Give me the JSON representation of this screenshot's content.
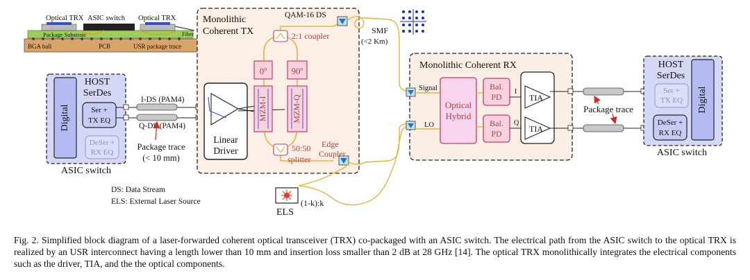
{
  "package": {
    "optical_trx_left": "Optical TRX",
    "asic_switch": "ASIC switch",
    "optical_trx_right": "Optical TRX",
    "package_substrate": "Package Substrate",
    "fiber": "Fiber",
    "bga_ball": "BGA ball",
    "pcb": "PCB",
    "usr_trace": "USR package trace"
  },
  "host_tx": {
    "host": "HOST",
    "serdes": "SerDes",
    "digital": "Digital",
    "ser_1": "Ser +",
    "ser_2": "TX EQ",
    "deser_1": "DeSer +",
    "deser_2": "RX EQ",
    "caption": "ASIC switch",
    "trace_1": "Package trace",
    "trace_2": "(< 10 mm)",
    "ids": "I-DS (PAM4)",
    "qds": "Q-DS (PAM4)"
  },
  "tx": {
    "title_1": "Monolithic",
    "title_2": "Coherent TX",
    "qam": "QAM-16 DS",
    "coupler": "2:1 coupler",
    "phase_0": "0",
    "phase_90": "90",
    "deg": "o",
    "mzm_i": "MZM-I",
    "mzm_q": "MZM-Q",
    "driver_1": "Linear",
    "driver_2": "Driver",
    "splitter_1": "50:50",
    "splitter_2": "splitter",
    "edge_1": "Edge",
    "edge_2": "Coupler"
  },
  "smf_1": "SMF",
  "smf_2": "(<2 Km)",
  "rx": {
    "title": "Monolithic Coherent RX",
    "signal": "Signal",
    "lo": "LO",
    "hybrid_1": "Optical",
    "hybrid_2": "Hybrid",
    "bal": "Bal.",
    "pd": "PD",
    "tia": "TIA",
    "i": "I",
    "q": "Q"
  },
  "host_rx": {
    "host": "HOST",
    "serdes": "SerDes",
    "digital": "Digital",
    "ser_1": "Ser +",
    "ser_2": "TX EQ",
    "deser_1": "DeSer +",
    "deser_2": "RX EQ",
    "caption": "ASIC switch",
    "trace": "Package trace"
  },
  "legend": {
    "ds": "DS: Data Stream",
    "els": "ELS: External Laser Source"
  },
  "els": "ELS",
  "ratio": "(1-k):k",
  "caption": "Fig. 2.  Simplified block diagram of a laser-forwarded coherent optical transceiver (TRX) co-packaged with an ASIC switch. The electrical path from the ASIC switch to the optical TRX is realized by an USR interconnect having a length lower than 10 mm and insertion loss smaller than 2 dB at 28 GHz [14]. The optical TRX monolithically integrates the electrical components such as the driver, TIA, and the the optical components.",
  "colors": {
    "tx_panel": "#fdeee6",
    "host_panel": "#d4d8f6",
    "rx_panel": "#fbeee4",
    "hybrid": "#f8d4ee",
    "pd": "#f9d2df",
    "fiber": "#e2b63c",
    "mzm_line": "#6c79d8",
    "label_red": "#a8443e"
  }
}
